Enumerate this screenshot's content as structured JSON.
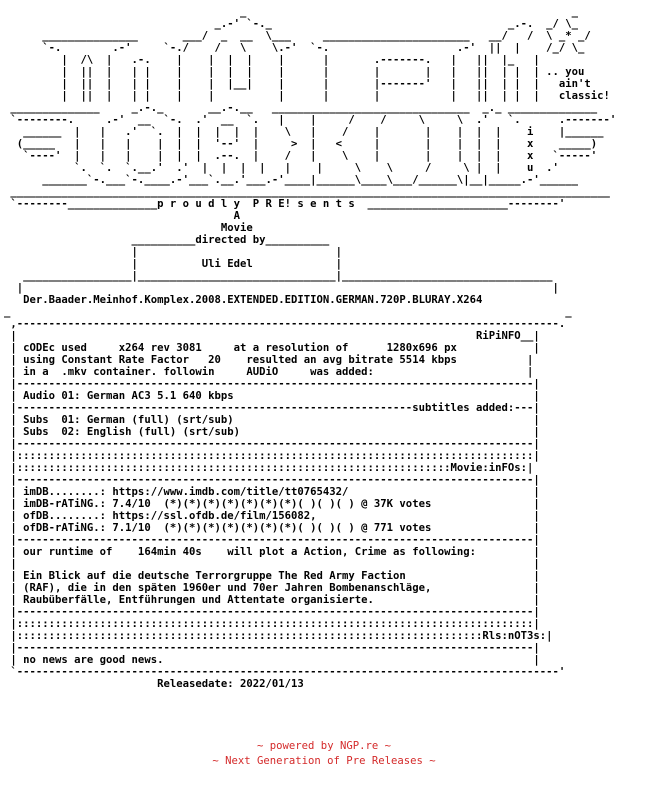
{
  "nfo": {
    "lines": [
      "                                     _                                                   _",
      "                                 _.-' `-._                                     _.-.  _/ \\_",
      "      _______________       ___/  _  __  \\___     _______________________   __/   /  \\ _* _/",
      "      `-.        .-'     `-./    /   \\    \\.-'  `-.                    .-'  ||  |    /_/ \\_",
      "         |  /\\  |   .-.    |    |  |  |    |      |       .-------.   |   ||  |_   |",
      "         |  ||  |   | |    |    |  |  |    |      |       |       |   |   ||  | |  | .. you",
      "         |  ||  |   | |    |    |  |__|    |      |       |-------'   |   ||  | |  |   ain't",
      "         |  ||  |   | |    |    |          |      |       |           |   ||  | |  |   classic!",
      " ______________     _.-._       __.-.__   _______________________________  _._ ______________",
      " `--------.     .-'  __  `-.  .'  __  `.   |    |     /    /     \\     \\  .'   `.      .-------'",
      "   ______  |   |   .'  `.  |  |  |  |  |    \\   |    /    |       |    |  |  |    i    |______",
      "  (_____   |   |   |    |  |  |  '--'  |     >  |   <     |       |    |  |  |    x    _____)",
      "   `----'  |   |   |    |  |  |  .--.  |    /   |    \\    |       |    |  |  |    x   `-----'",
      "           `.  `.  `.__.'  .'  |  |  |  |   |    |     \\    \\     /     \\ |  |    u  .'",
      "      _______`-.___`-.____.-'___`.__.'___.-'____|______\\____\\___/______\\|__|_____.-'______",
      " ______________________________________________________________________________________________",
      " `--------______________p r o u d l y  P R E! s e n t s  ______________________--------'",
      "                                    A",
      "                                  Movie",
      "                    __________directed by__________",
      "                    |                               |",
      "                    |          Uli Edel             |",
      "   _________________|_______________________________|_________________________________",
      "  |                                                                                   |",
      "   Der.Baader.Meinhof.Komplex.2008.EXTENDED.EDITION.GERMAN.720P.BLURAY.X264",
      "_                                                                                       _",
      " ,-------------------------------------------------------------------------------------.",
      " |                                                                        RiPiNFO__|",
      " | cODEc used     x264 rev 3081     at a resolution of      1280x696 px            |",
      " | using Constant Rate Factor   20    resulted an avg bitrate 5514 kbps           |",
      " | in a  .mkv container. followin     AUDiO     was added:                        |",
      " |---------------------------------------------------------------------------------|",
      " | Audio 01: German AC3 5.1 640 kbps                                               |",
      " |--------------------------------------------------------------subtitles added:---|",
      " | Subs  01: German (full) (srt/sub)                                               |",
      " | Subs  02: English (full) (srt/sub)                                              |",
      " |---------------------------------------------------------------------------------|",
      " |:::::::::::::::::::::::::::::::::::::::::::::::::::::::::::::::::::::::::::::::::|",
      " |::::::::::::::::::::::::::::::::::::::::::::::::::::::::::::::::::::Movie:inFOs:|",
      " |---------------------------------------------------------------------------------|",
      " | imDB........: https://www.imdb.com/title/tt0765432/                             |",
      " | imDB-rATiNG.: 7.4/10  (*)(*)(*)(*)(*)(*)(*)( )( )( ) @ 37K votes                |",
      " | ofDB........: https://ssl.ofdb.de/film/156082,                                  |",
      " | ofDB-rATiNG.: 7.1/10  (*)(*)(*)(*)(*)(*)(*)( )( )( ) @ 771 votes                |",
      " |---------------------------------------------------------------------------------|",
      " | our runtime of    164min 40s    will plot a Action, Crime as following:         |",
      " |                                                                                 |",
      " | Ein Blick auf die deutsche Terrorgruppe The Red Army Faction                    |",
      " | (RAF), die in den späten 1960er und 70er Jahren Bombenanschläge,                |",
      " | Raubüberfälle, Entführungen und Attentate organisierte.                         |",
      " |---------------------------------------------------------------------------------|",
      " |:::::::::::::::::::::::::::::::::::::::::::::::::::::::::::::::::::::::::::::::::|",
      " |:::::::::::::::::::::::::::::::::::::::::::::::::::::::::::::::::::::::::Rls:nOT3s:|",
      " |---------------------------------------------------------------------------------|",
      " | no news are good news.                                                          |",
      " `-------------------------------------------------------------------------------------'",
      "                        Releasedate: 2022/01/13"
    ]
  },
  "footer": {
    "powered_by": "~ powered by NGP.re ~",
    "tagline": "~ Next Generation of Pre Releases ~"
  }
}
